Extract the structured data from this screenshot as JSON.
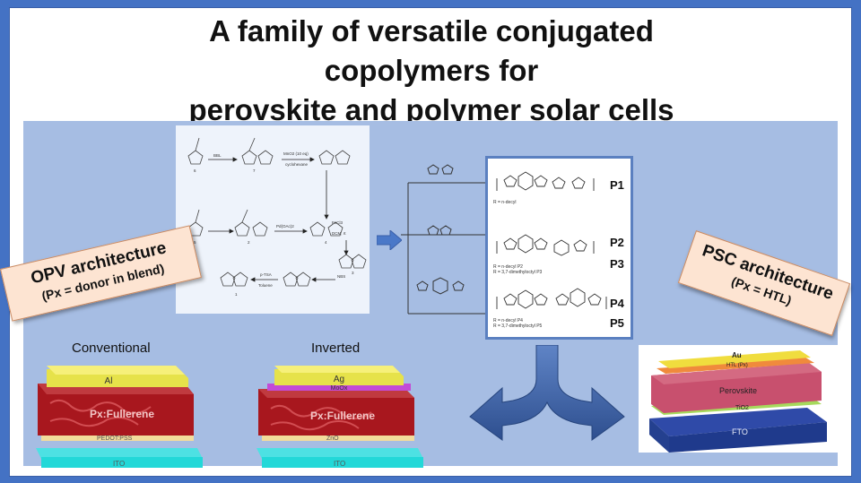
{
  "title": {
    "line1": "A family of versatile conjugated",
    "line2": "copolymers for",
    "line3": "perovskite and polymer solar cells"
  },
  "polymers": {
    "p1": "P1",
    "p2": "P2",
    "p3": "P3",
    "p4": "P4",
    "p5": "P5",
    "r1": "R = n-decyl",
    "r2a": "R = n-decyl P2",
    "r2b": "R = 3,7-dimethyloctyl P3",
    "r4a": "R = n-decyl P4",
    "r4b": "R = 3,7-dimethyloctyl P5"
  },
  "opv_tag": {
    "line1": "OPV architecture",
    "line2": "(Px = donor  in blend)"
  },
  "psc_tag": {
    "line1": "PSC architecture",
    "line2": "(Px = HTL)"
  },
  "conventional": {
    "caption": "Conventional",
    "layers": {
      "top": "Al",
      "active": "Px:Fullerene",
      "htl": "PEDOT:PSS",
      "bottom": "ITO"
    }
  },
  "inverted": {
    "caption": "Inverted",
    "layers": {
      "top": "Ag",
      "moox": "MoOx",
      "active": "Px:Fullerene",
      "etl": "ZnO",
      "bottom": "ITO"
    }
  },
  "psc": {
    "layers": {
      "au": "Au",
      "htl": "HTL (Px)",
      "perovskite": "Perovskite",
      "tio2": "TiO2",
      "fto": "FTO"
    }
  },
  "scheme_labels": {
    "n1": "1",
    "n2": "2",
    "n3": "3",
    "n4": "4",
    "n5": "5",
    "n6": "6",
    "n7": "7",
    "cond1": "BBL",
    "cond2": "MnO2 (10 eq)",
    "cond3": "cyclohexane",
    "cond4": "Pd(OAc)2",
    "cond5": "FeCl3",
    "cond6": "DCM, rt",
    "cond7": "NBS",
    "cond8": "p-TSA",
    "cond9": "Toluene"
  },
  "colors": {
    "background": "#4472c4",
    "panel": "#a6bde3",
    "tag_fill": "#fde4d2",
    "active_layer": "#a8171e",
    "al_layer": "#f2e64b",
    "ito_layer": "#3de7e3",
    "moox_layer": "#c34bd6"
  }
}
